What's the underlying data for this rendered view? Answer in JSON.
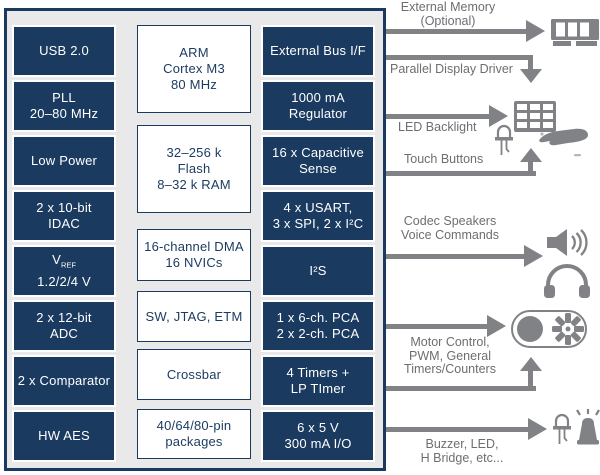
{
  "colors": {
    "navy": "#1a3a5f",
    "panel_background": "#e9e9e9",
    "arrow_gray": "#818285",
    "annotation_text_gray": "#6d6e71",
    "block_text_white": "#ffffff"
  },
  "panel": {
    "left_column": [
      {
        "lines": [
          "USB 2.0"
        ]
      },
      {
        "lines": [
          "PLL",
          "20–80 MHz"
        ]
      },
      {
        "lines": [
          "Low Power"
        ]
      },
      {
        "lines": [
          "2 x 10-bit",
          "IDAC"
        ]
      },
      {
        "main": "V",
        "sub": "REF",
        "lines": [
          "1.2/2/4 V"
        ]
      },
      {
        "lines": [
          "2 x 12-bit",
          "ADC"
        ]
      },
      {
        "lines": [
          "2 x Comparator"
        ]
      },
      {
        "lines": [
          "HW AES"
        ]
      }
    ],
    "middle_column": [
      {
        "lines": [
          "ARM",
          "Cortex M3",
          "80 MHz"
        ]
      },
      {
        "lines": [
          "32–256 k",
          "Flash",
          "8–32 k RAM"
        ]
      },
      {
        "lines": [
          "16-channel DMA",
          "16 NVICs"
        ]
      },
      {
        "lines": [
          "SW, JTAG, ETM"
        ]
      },
      {
        "lines": [
          "Crossbar"
        ]
      },
      {
        "lines": [
          "40/64/80-pin",
          "packages"
        ]
      }
    ],
    "right_column": [
      {
        "lines": [
          "External Bus I/F"
        ]
      },
      {
        "lines": [
          "1000 mA",
          "Regulator"
        ]
      },
      {
        "lines": [
          "16 x Capacitive",
          "Sense"
        ]
      },
      {
        "lines": [
          "4 x USART,",
          "3 x SPI, 2 x I²C"
        ]
      },
      {
        "lines": [
          "I²S"
        ]
      },
      {
        "lines": [
          "1 x 6-ch. PCA",
          "2 x 2-ch. PCA"
        ]
      },
      {
        "lines": [
          "4 Timers +",
          "LP TImer"
        ]
      },
      {
        "lines": [
          "6 x 5 V",
          "300 mA I/O"
        ]
      }
    ]
  },
  "annotations": {
    "external_memory": {
      "lines": [
        "External Memory",
        "(Optional)"
      ]
    },
    "parallel_display": {
      "label": "Parallel Display Driver"
    },
    "led_backlight": {
      "label": "LED Backlight"
    },
    "touch_buttons": {
      "label": "Touch Buttons"
    },
    "codec": {
      "lines": [
        "Codec Speakers",
        "Voice Commands"
      ]
    },
    "motor": {
      "lines": [
        "Motor Control,",
        "PWM, General",
        "Timers/Counters"
      ]
    },
    "buzzer": {
      "lines": [
        "Buzzer, LED,",
        "H Bridge, etc..."
      ]
    }
  },
  "icons": {
    "memory": "memory-dimm-icon",
    "display": "lcd-grid-icon",
    "led": "led-icon",
    "hand": "touch-hand-icon",
    "speaker": "speaker-icon",
    "headphones": "headphones-icon",
    "motor": "motor-pulley-fan-icon",
    "buzzer": "buzzer-icon"
  }
}
